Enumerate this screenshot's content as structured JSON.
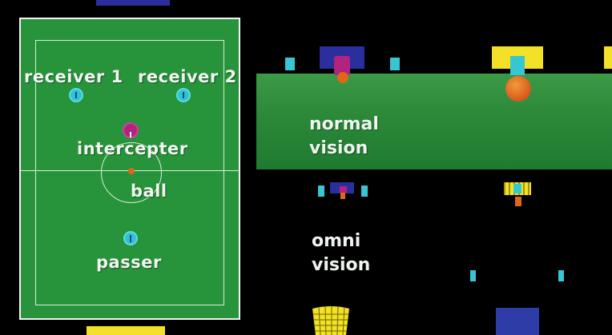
{
  "field_labels": {
    "receiver1": "receiver 1",
    "receiver2": "receiver 2",
    "intercepter": "intercepter",
    "ball": "ball",
    "passer": "passer"
  },
  "views": {
    "normal": {
      "line1": "normal",
      "line2": "vision"
    },
    "omni": {
      "line1": "omni",
      "line2": "vision"
    }
  },
  "colors": {
    "field": "#27933a",
    "robot_cyan": "#2ec4d4",
    "intercepter_magenta": "#b0237f",
    "ball_orange": "#e0661a",
    "goal_blue": "#2b2f9e",
    "goal_yellow": "#f2e126"
  }
}
